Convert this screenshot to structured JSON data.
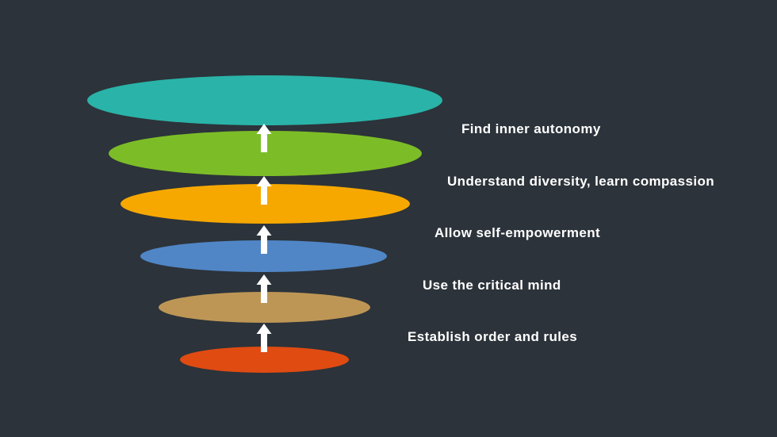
{
  "diagram": {
    "background_color": "#2c333a",
    "arrow_color": "#ffffff",
    "label_color": "#ffffff",
    "levels": [
      {
        "name": "level-6-top",
        "color": "#2ab3a8"
      },
      {
        "name": "level-5",
        "color": "#7cbd27"
      },
      {
        "name": "level-4",
        "color": "#f6a800"
      },
      {
        "name": "level-3",
        "color": "#5086c6"
      },
      {
        "name": "level-2",
        "color": "#bd9656"
      },
      {
        "name": "level-1-bottom",
        "color": "#e04b12"
      }
    ],
    "steps": [
      {
        "label": "Find inner autonomy"
      },
      {
        "label": "Understand diversity, learn compassion"
      },
      {
        "label": "Allow self-empowerment"
      },
      {
        "label": "Use the critical mind"
      },
      {
        "label": "Establish order and rules"
      }
    ]
  }
}
